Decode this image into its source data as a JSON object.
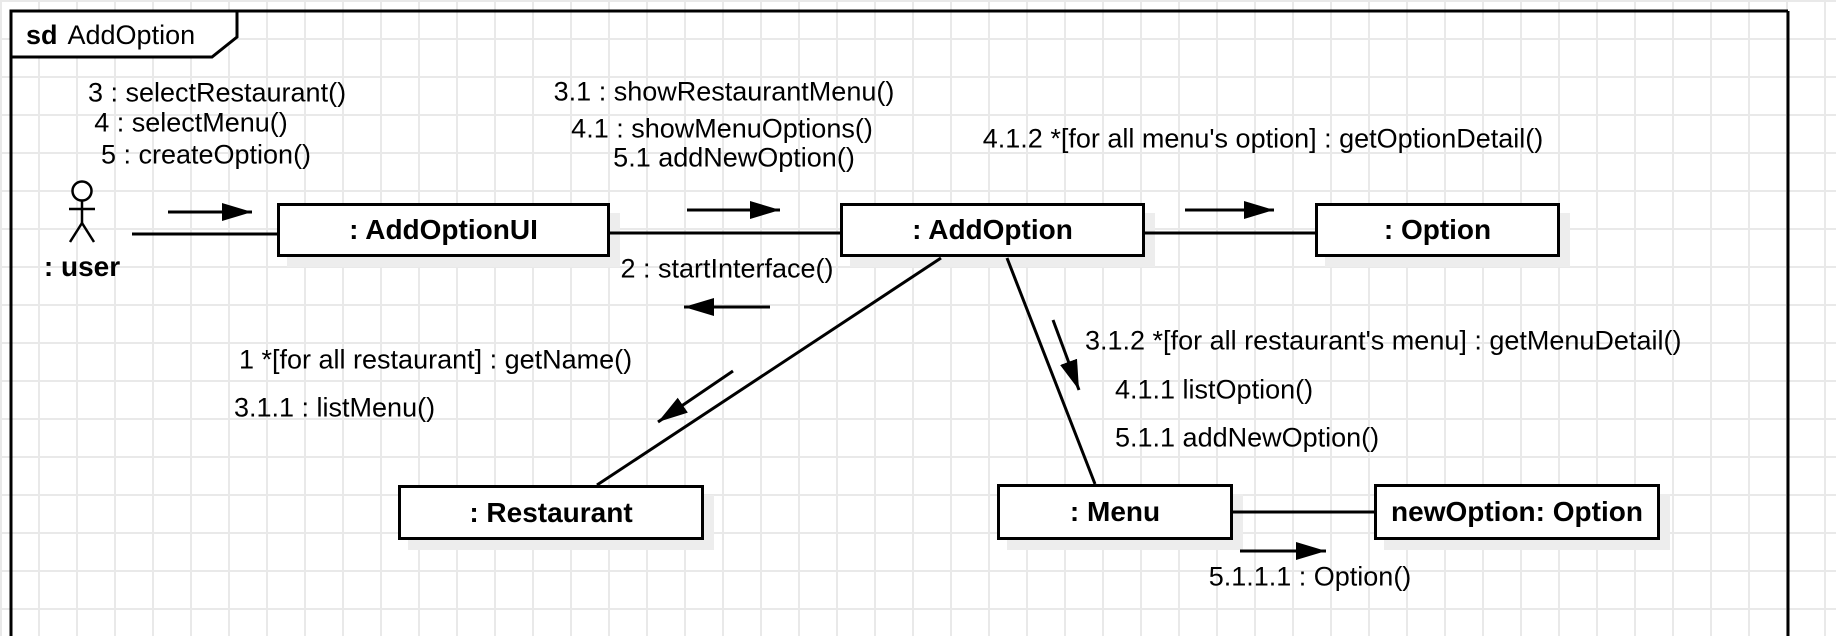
{
  "frame": {
    "keyword": "sd",
    "name": "AddOption"
  },
  "actor": {
    "label": ": user"
  },
  "objects": [
    {
      "label": ": AddOptionUI"
    },
    {
      "label": ": AddOption"
    },
    {
      "label": ": Option"
    },
    {
      "label": ": Restaurant"
    },
    {
      "label": ": Menu"
    },
    {
      "label": "newOption: Option"
    }
  ],
  "messages": {
    "user_to_ui": [
      "3 : selectRestaurant()",
      "4 : selectMenu()",
      "5 : createOption()"
    ],
    "ui_to_addoption": [
      "3.1 : showRestaurantMenu()",
      "4.1 : showMenuOptions()",
      "5.1 addNewOption()"
    ],
    "addoption_to_option": "4.1.2 *[for all menu's option] : getOptionDetail()",
    "addoption_to_ui": "2 : startInterface()",
    "addoption_to_restaurant": [
      "1 *[for all restaurant] : getName()",
      "3.1.1 : listMenu()"
    ],
    "addoption_to_menu": [
      "3.1.2 *[for all restaurant's menu] : getMenuDetail()",
      "4.1.1 listOption()",
      "5.1.1 addNewOption()"
    ],
    "menu_to_newoption": "5.1.1.1 : Option()"
  },
  "colors": {
    "line": "#000000",
    "box_fill": "#ffffff",
    "grid": "#e9e9e9",
    "shadow": "#ededed"
  }
}
